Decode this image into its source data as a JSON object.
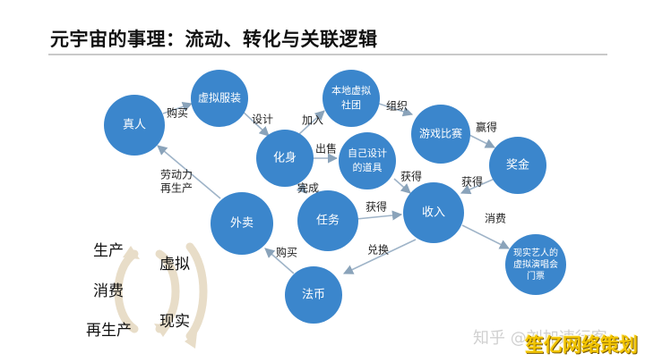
{
  "title": "元宇宙的事理：流动、转化与关联逻辑",
  "colors": {
    "node": "#3b86cc",
    "edge": "#9fb4c8",
    "arrow": "#8aa3ba",
    "cycle": "#e8ddc8",
    "rule": "#c9c9c9"
  },
  "nodes": {
    "zhenren": [
      "真人"
    ],
    "xuni_fuzhuang": [
      "虚拟服装"
    ],
    "bendi_xuni": [
      "本地虚拟",
      "社团"
    ],
    "huashen": [
      "化身"
    ],
    "ziji_sheji": [
      "自己设计",
      "的道具"
    ],
    "youxi_bisai": [
      "游戏比赛"
    ],
    "jiangjin": [
      "奖金"
    ],
    "waimai": [
      "外卖"
    ],
    "renwu": [
      "任务"
    ],
    "shouru": [
      "收入"
    ],
    "xianshi_yiren": [
      "现实艺人的",
      "虚拟演唱会",
      "门票"
    ],
    "fabi": [
      "法币"
    ]
  },
  "edges": {
    "goumai1": "购买",
    "sheji": "设计",
    "jiaru": "加入",
    "zuzhi": "组织",
    "yingde": "赢得",
    "chushou": "出售",
    "huode1": "获得",
    "huode2": "获得",
    "wancheng": "完成",
    "huode3": "获得",
    "laodongli": [
      "劳动力",
      "再生产"
    ],
    "xiaofei": "消费",
    "duihuan": "兑换",
    "goumai2": "购买"
  },
  "cycle": {
    "left": [
      "生产",
      "消费",
      "再生产"
    ],
    "right": [
      "虚拟",
      "现实"
    ]
  },
  "watermark": "知乎 @刘加速行客",
  "brand": "笙亿网络策划"
}
